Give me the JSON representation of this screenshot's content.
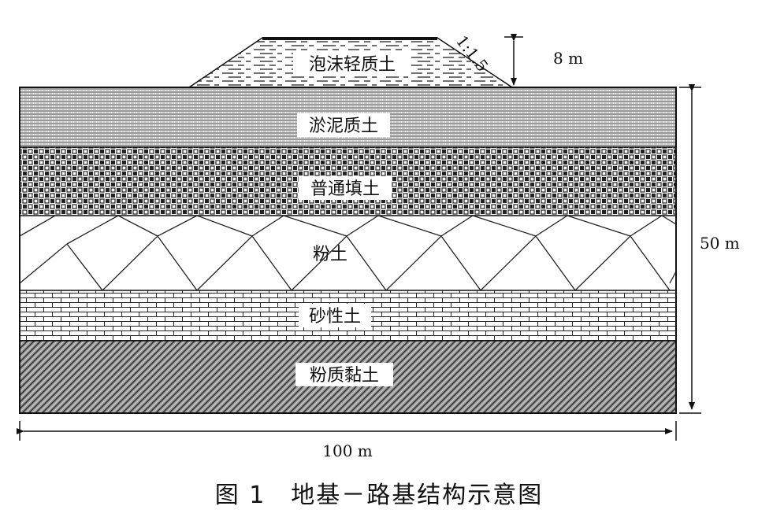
{
  "layers": [
    {
      "key": "silt_soil_mud",
      "label": "淤泥质土"
    },
    {
      "key": "fill",
      "label": "普通填土"
    },
    {
      "key": "silt",
      "label": "粉土"
    },
    {
      "key": "sand",
      "label": "砂性土"
    },
    {
      "key": "clay",
      "label": "粉质黏土"
    }
  ],
  "embankment": {
    "label": "泡沫轻质土",
    "slope": "1:1.5",
    "height": "8 m"
  },
  "dimensions": {
    "depth": "50 m",
    "width": "100 m"
  },
  "caption": "图 1　地基－路基结构示意图"
}
